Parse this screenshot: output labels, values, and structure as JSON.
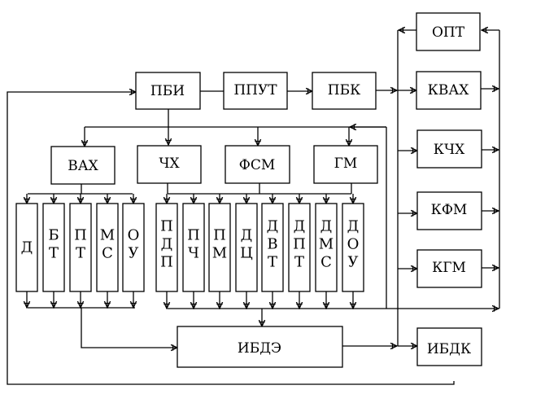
{
  "diagram": {
    "type": "block-diagram",
    "blocks": {
      "pbi": "ПБИ",
      "pput": "ППУТ",
      "pbk": "ПБК",
      "opt": "ОПТ",
      "kvax": "КВАХ",
      "kchx": "КЧХ",
      "kfm": "КФМ",
      "kgm": "КГМ",
      "vax": "ВАХ",
      "chx": "ЧХ",
      "fsm": "ФСМ",
      "gm": "ГМ",
      "ibde": "ИБДЭ",
      "ibdk": "ИБДК"
    },
    "vax_group": [
      [
        "Д"
      ],
      [
        "Б",
        "Т"
      ],
      [
        "П",
        "Т"
      ],
      [
        "М",
        "С"
      ],
      [
        "О",
        "У"
      ]
    ],
    "chx_group": [
      [
        "П",
        "Д",
        "П"
      ],
      [
        "П",
        "Ч"
      ],
      [
        "П",
        "М"
      ],
      [
        "Д",
        "Ц"
      ],
      [
        "Д",
        "В",
        "Т"
      ],
      [
        "Д",
        "П",
        "Т"
      ],
      [
        "Д",
        "М",
        "С"
      ],
      [
        "Д",
        "О",
        "У"
      ]
    ]
  }
}
